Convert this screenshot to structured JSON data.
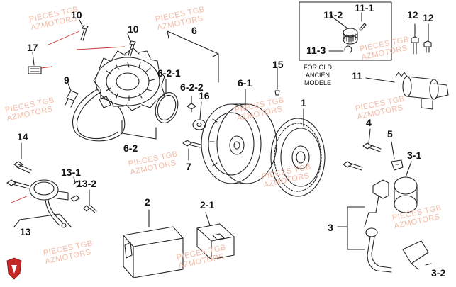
{
  "part_numbers": {
    "p1": "1",
    "p2": "2",
    "p2_1": "2-1",
    "p3": "3",
    "p3_1": "3-1",
    "p3_2": "3-2",
    "p4": "4",
    "p5": "5",
    "p6": "6",
    "p6_1": "6-1",
    "p6_2": "6-2",
    "p6_2_1": "6-2-1",
    "p6_2_2": "6-2-2",
    "p7": "7",
    "p9": "9",
    "p10_a": "10",
    "p10_b": "10",
    "p11": "11",
    "p11_1": "11-1",
    "p11_2": "11-2",
    "p11_3": "11-3",
    "p12_a": "12",
    "p12_b": "12",
    "p13": "13",
    "p13_1": "13-1",
    "p13_2": "13-2",
    "p14": "14",
    "p15": "15",
    "p16": "16",
    "p17": "17"
  },
  "inset_note": {
    "line1": "FOR OLD",
    "line2": "ANCIEN",
    "line3": "MODELE"
  },
  "watermark": {
    "line1": "PIECES TGB",
    "line2": "AZMOTORS"
  },
  "colors": {
    "line": "#222222",
    "leader": "#cc3333",
    "watermark": "#f3b9a5",
    "logo": "#c62828"
  }
}
